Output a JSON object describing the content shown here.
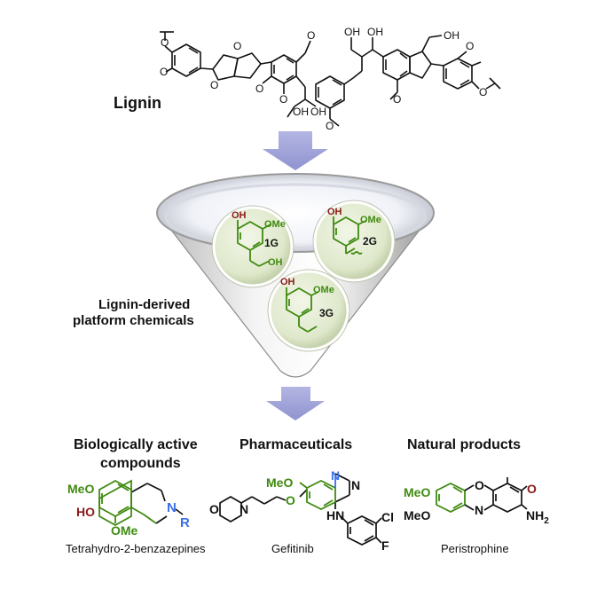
{
  "lignin": {
    "label": "Lignin",
    "oh_labels": [
      "OH",
      "OH",
      "OH",
      "OH",
      "OH"
    ],
    "ether_o_labels": [
      "O",
      "O",
      "O",
      "O",
      "O",
      "O",
      "O",
      "O",
      "O",
      "O",
      "O"
    ]
  },
  "platform": {
    "label_line1": "Lignin-derived",
    "label_line2": "platform chemicals",
    "compounds": [
      {
        "id": "1G",
        "oh": "OH",
        "ome": "OMe",
        "side_oh": "OH"
      },
      {
        "id": "2G",
        "oh": "OH",
        "ome": "OMe"
      },
      {
        "id": "3G",
        "oh": "OH",
        "ome": "OMe"
      }
    ]
  },
  "products": {
    "bioactive": {
      "heading_line1": "Biologically active",
      "heading_line2": "compounds",
      "meo": "MeO",
      "ho": "HO",
      "ome": "OMe",
      "n": "N",
      "r": "R",
      "caption": "Tetrahydro-2-benzazepines"
    },
    "pharma": {
      "heading": "Pharmaceuticals",
      "meo": "MeO",
      "o_link": "O",
      "morph_o": "O",
      "morph_n": "N",
      "n1": "N",
      "n2": "N",
      "hn": "HN",
      "cl": "Cl",
      "f": "F",
      "caption": "Gefitinib"
    },
    "natural": {
      "heading": "Natural products",
      "meo1": "MeO",
      "meo2": "MeO",
      "o_ring": "O",
      "n_ring": "N",
      "o_keto": "O",
      "nh2": "NH",
      "nh2_sub": "2",
      "caption": "Peristrophine"
    }
  },
  "colors": {
    "green": "#3f8a10",
    "dark_red": "#8b1a1a",
    "blue": "#3a6ee8",
    "arrow": "#a3a7d9",
    "circle_fill": "#e3ecd0"
  }
}
